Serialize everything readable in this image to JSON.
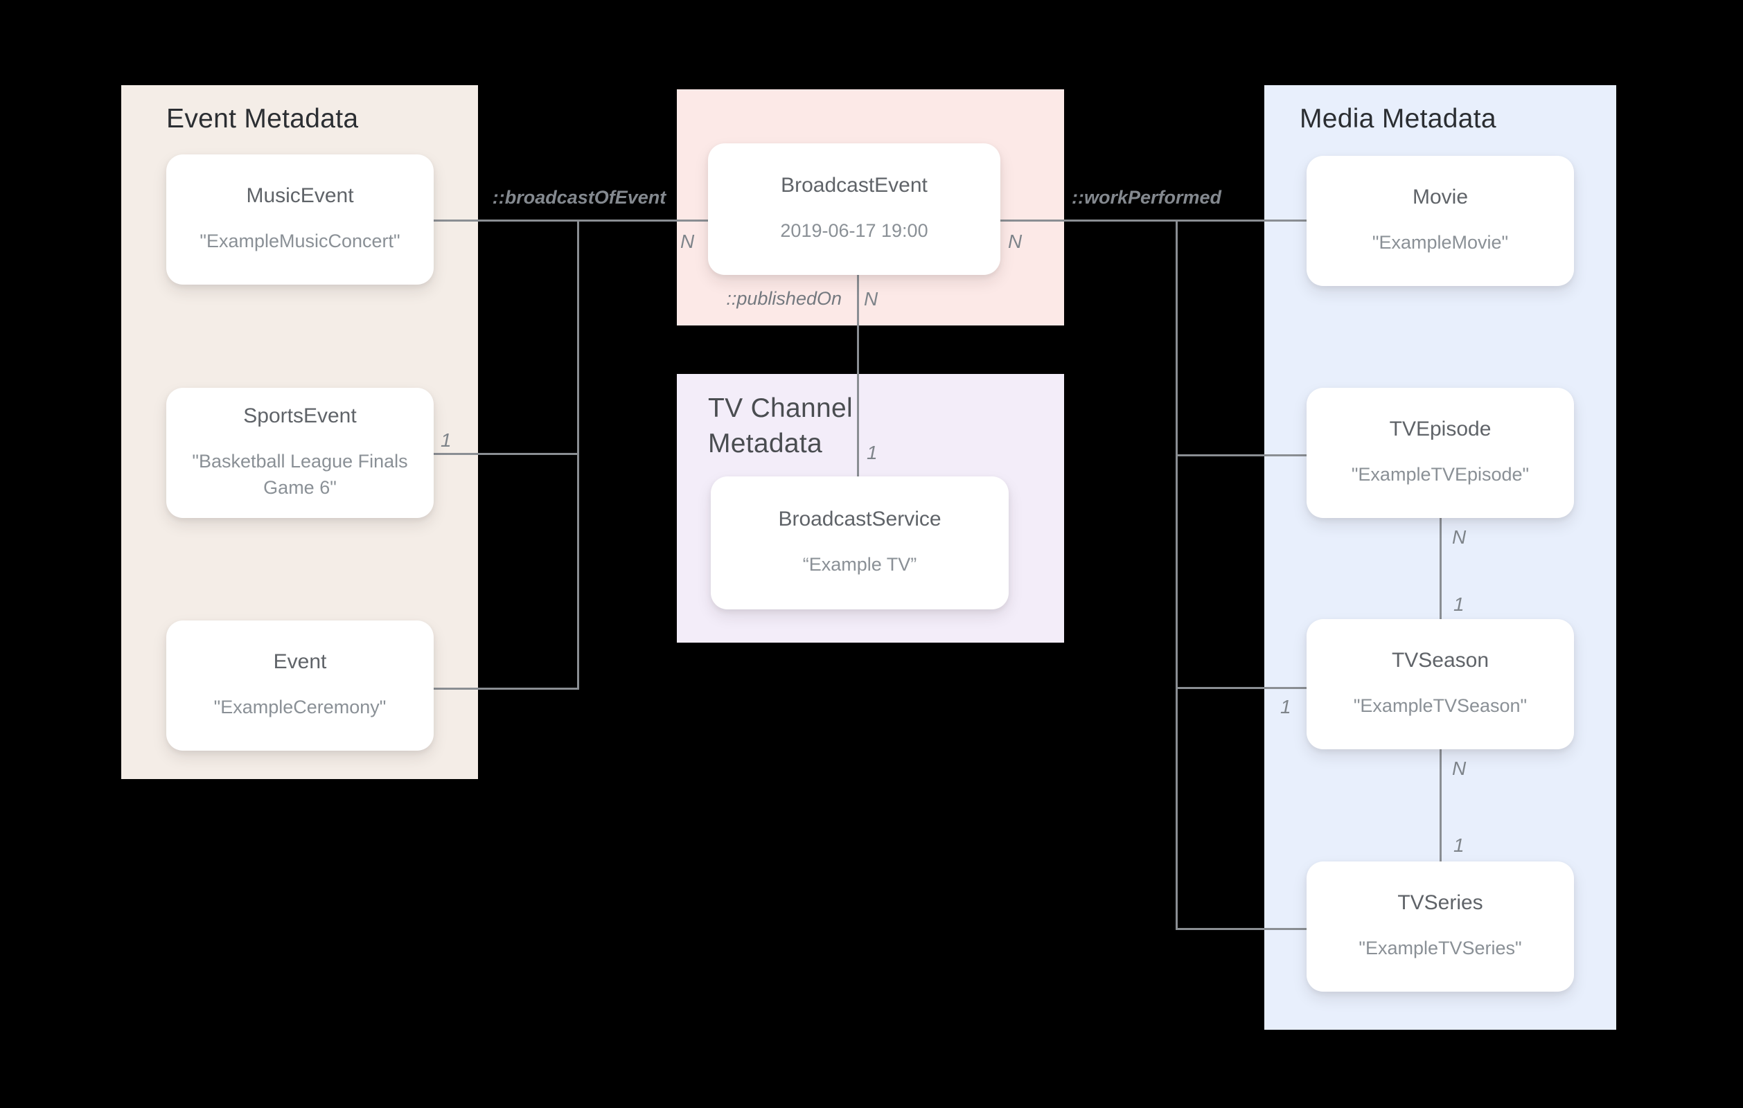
{
  "diagram": {
    "panels": {
      "event": {
        "title": "Event Metadata",
        "bg": "#F4EDE7"
      },
      "broadcast": {
        "bg": "#FCE9E7"
      },
      "tv_channel": {
        "title": "TV Channel Metadata",
        "bg": "#F3EDF9"
      },
      "media": {
        "title": "Media Metadata",
        "bg": "#E8EFFC"
      }
    },
    "nodes": {
      "music_event": {
        "title": "MusicEvent",
        "value": "\"ExampleMusicConcert\""
      },
      "sports_event": {
        "title": "SportsEvent",
        "value": "\"Basketball League Finals Game 6\""
      },
      "event": {
        "title": "Event",
        "value": "\"ExampleCeremony\""
      },
      "broadcast_event": {
        "title": "BroadcastEvent",
        "value": "2019-06-17 19:00"
      },
      "broadcast_service": {
        "title": "BroadcastService",
        "value": "“Example TV”"
      },
      "movie": {
        "title": "Movie",
        "value": "\"ExampleMovie\""
      },
      "tv_episode": {
        "title": "TVEpisode",
        "value": "\"ExampleTVEpisode\""
      },
      "tv_season": {
        "title": "TVSeason",
        "value": "\"ExampleTVSeason\""
      },
      "tv_series": {
        "title": "TVSeries",
        "value": "\"ExampleTVSeries\""
      }
    },
    "relations": {
      "broadcast_of_event": "::broadcastOfEvent",
      "work_performed": "::workPerformed",
      "published_on": "::publishedOn"
    },
    "cardinality": {
      "many": "N",
      "one": "1"
    },
    "colors": {
      "background": "#000000",
      "event_panel": "#F4EDE7",
      "broadcast_panel": "#FCE9E7",
      "tv_channel_panel": "#F3EDF9",
      "media_panel": "#E8EFFC",
      "card": "#FFFFFF",
      "connector_line": "#8A8E93",
      "panel_title_text": "#2B2E32",
      "node_title_text": "#5F6368",
      "node_value_text": "#8A9096",
      "relation_label_text": "#84898F"
    }
  }
}
